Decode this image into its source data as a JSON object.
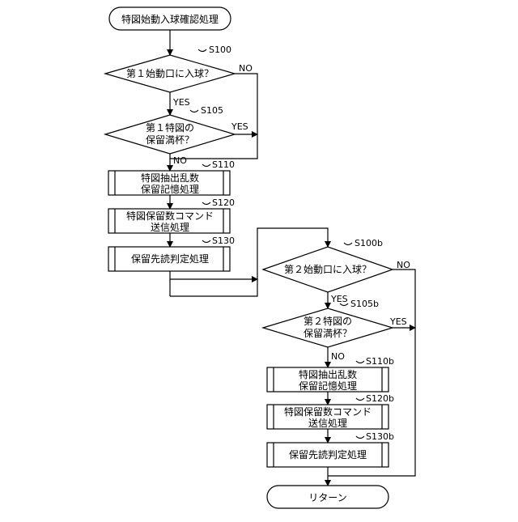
{
  "flowchart": {
    "start": "特図始動入球確認処理",
    "end": "リターン",
    "yes": "YES",
    "no": "NO",
    "left": {
      "d1": {
        "step": "S100",
        "text": "第１始動口に入球？"
      },
      "d2": {
        "step": "S105",
        "lines": [
          "第１特図の",
          "保留満杯？"
        ]
      },
      "p1": {
        "step": "S110",
        "lines": [
          "特図抽出乱数",
          "保留記憶処理"
        ]
      },
      "p2": {
        "step": "S120",
        "lines": [
          "特図保留数コマンド",
          "送信処理"
        ]
      },
      "p3": {
        "step": "S130",
        "text": "保留先読判定処理"
      }
    },
    "right": {
      "d1": {
        "step": "S100b",
        "text": "第２始動口に入球？"
      },
      "d2": {
        "step": "S105b",
        "lines": [
          "第２特図の",
          "保留満杯？"
        ]
      },
      "p1": {
        "step": "S110b",
        "lines": [
          "特図抽出乱数",
          "保留記憶処理"
        ]
      },
      "p2": {
        "step": "S120b",
        "lines": [
          "特図保留数コマンド",
          "送信処理"
        ]
      },
      "p3": {
        "step": "S130b",
        "text": "保留先読判定処理"
      }
    }
  }
}
